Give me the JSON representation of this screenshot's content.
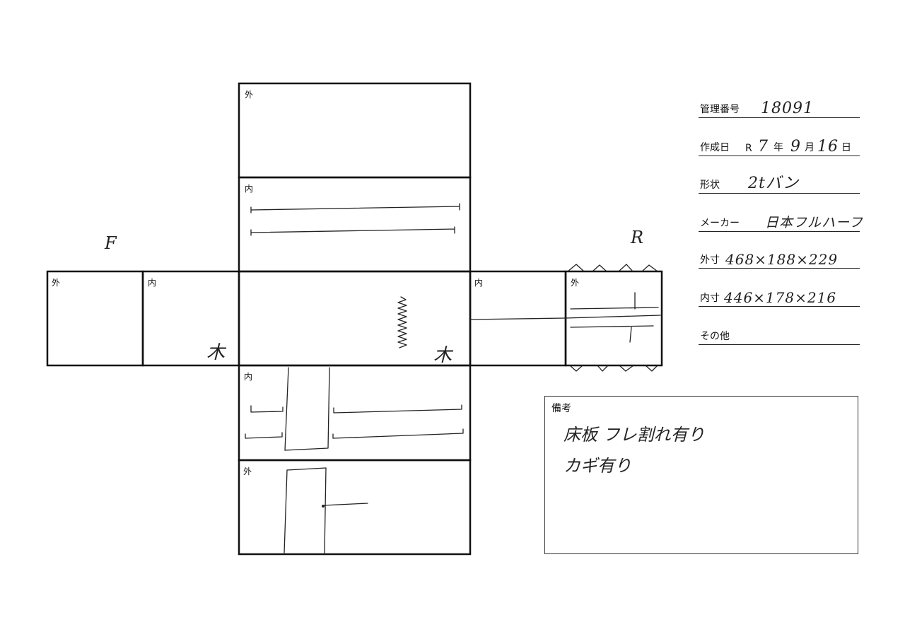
{
  "diagram": {
    "panel_labels": {
      "top_outer": "外",
      "top_inner": "内",
      "left_outer": "外",
      "left_inner": "内",
      "right_inner": "内",
      "right_outer": "外",
      "bottom_inner": "内",
      "bottom_outer": "外"
    },
    "side_marks": {
      "front": "F",
      "rear": "R"
    },
    "wood_marks": {
      "left": "木",
      "center": "木"
    }
  },
  "info": {
    "management_no": {
      "label": "管理番号",
      "value": "18091"
    },
    "created_date": {
      "label": "作成日",
      "era": "R",
      "year": "7",
      "year_unit": "年",
      "month": "9",
      "month_unit": "月",
      "day": "16",
      "day_unit": "日"
    },
    "shape": {
      "label": "形状",
      "value": "2tバン"
    },
    "maker": {
      "label": "メーカー",
      "value": "日本フルハーフ"
    },
    "outer_size": {
      "label": "外寸",
      "value": "468×188×229"
    },
    "inner_size": {
      "label": "内寸",
      "value": "446×178×216"
    },
    "other": {
      "label": "その他",
      "value": ""
    }
  },
  "remarks": {
    "title": "備考",
    "lines": [
      "床板 フレ割れ有り",
      "カギ有り"
    ]
  }
}
